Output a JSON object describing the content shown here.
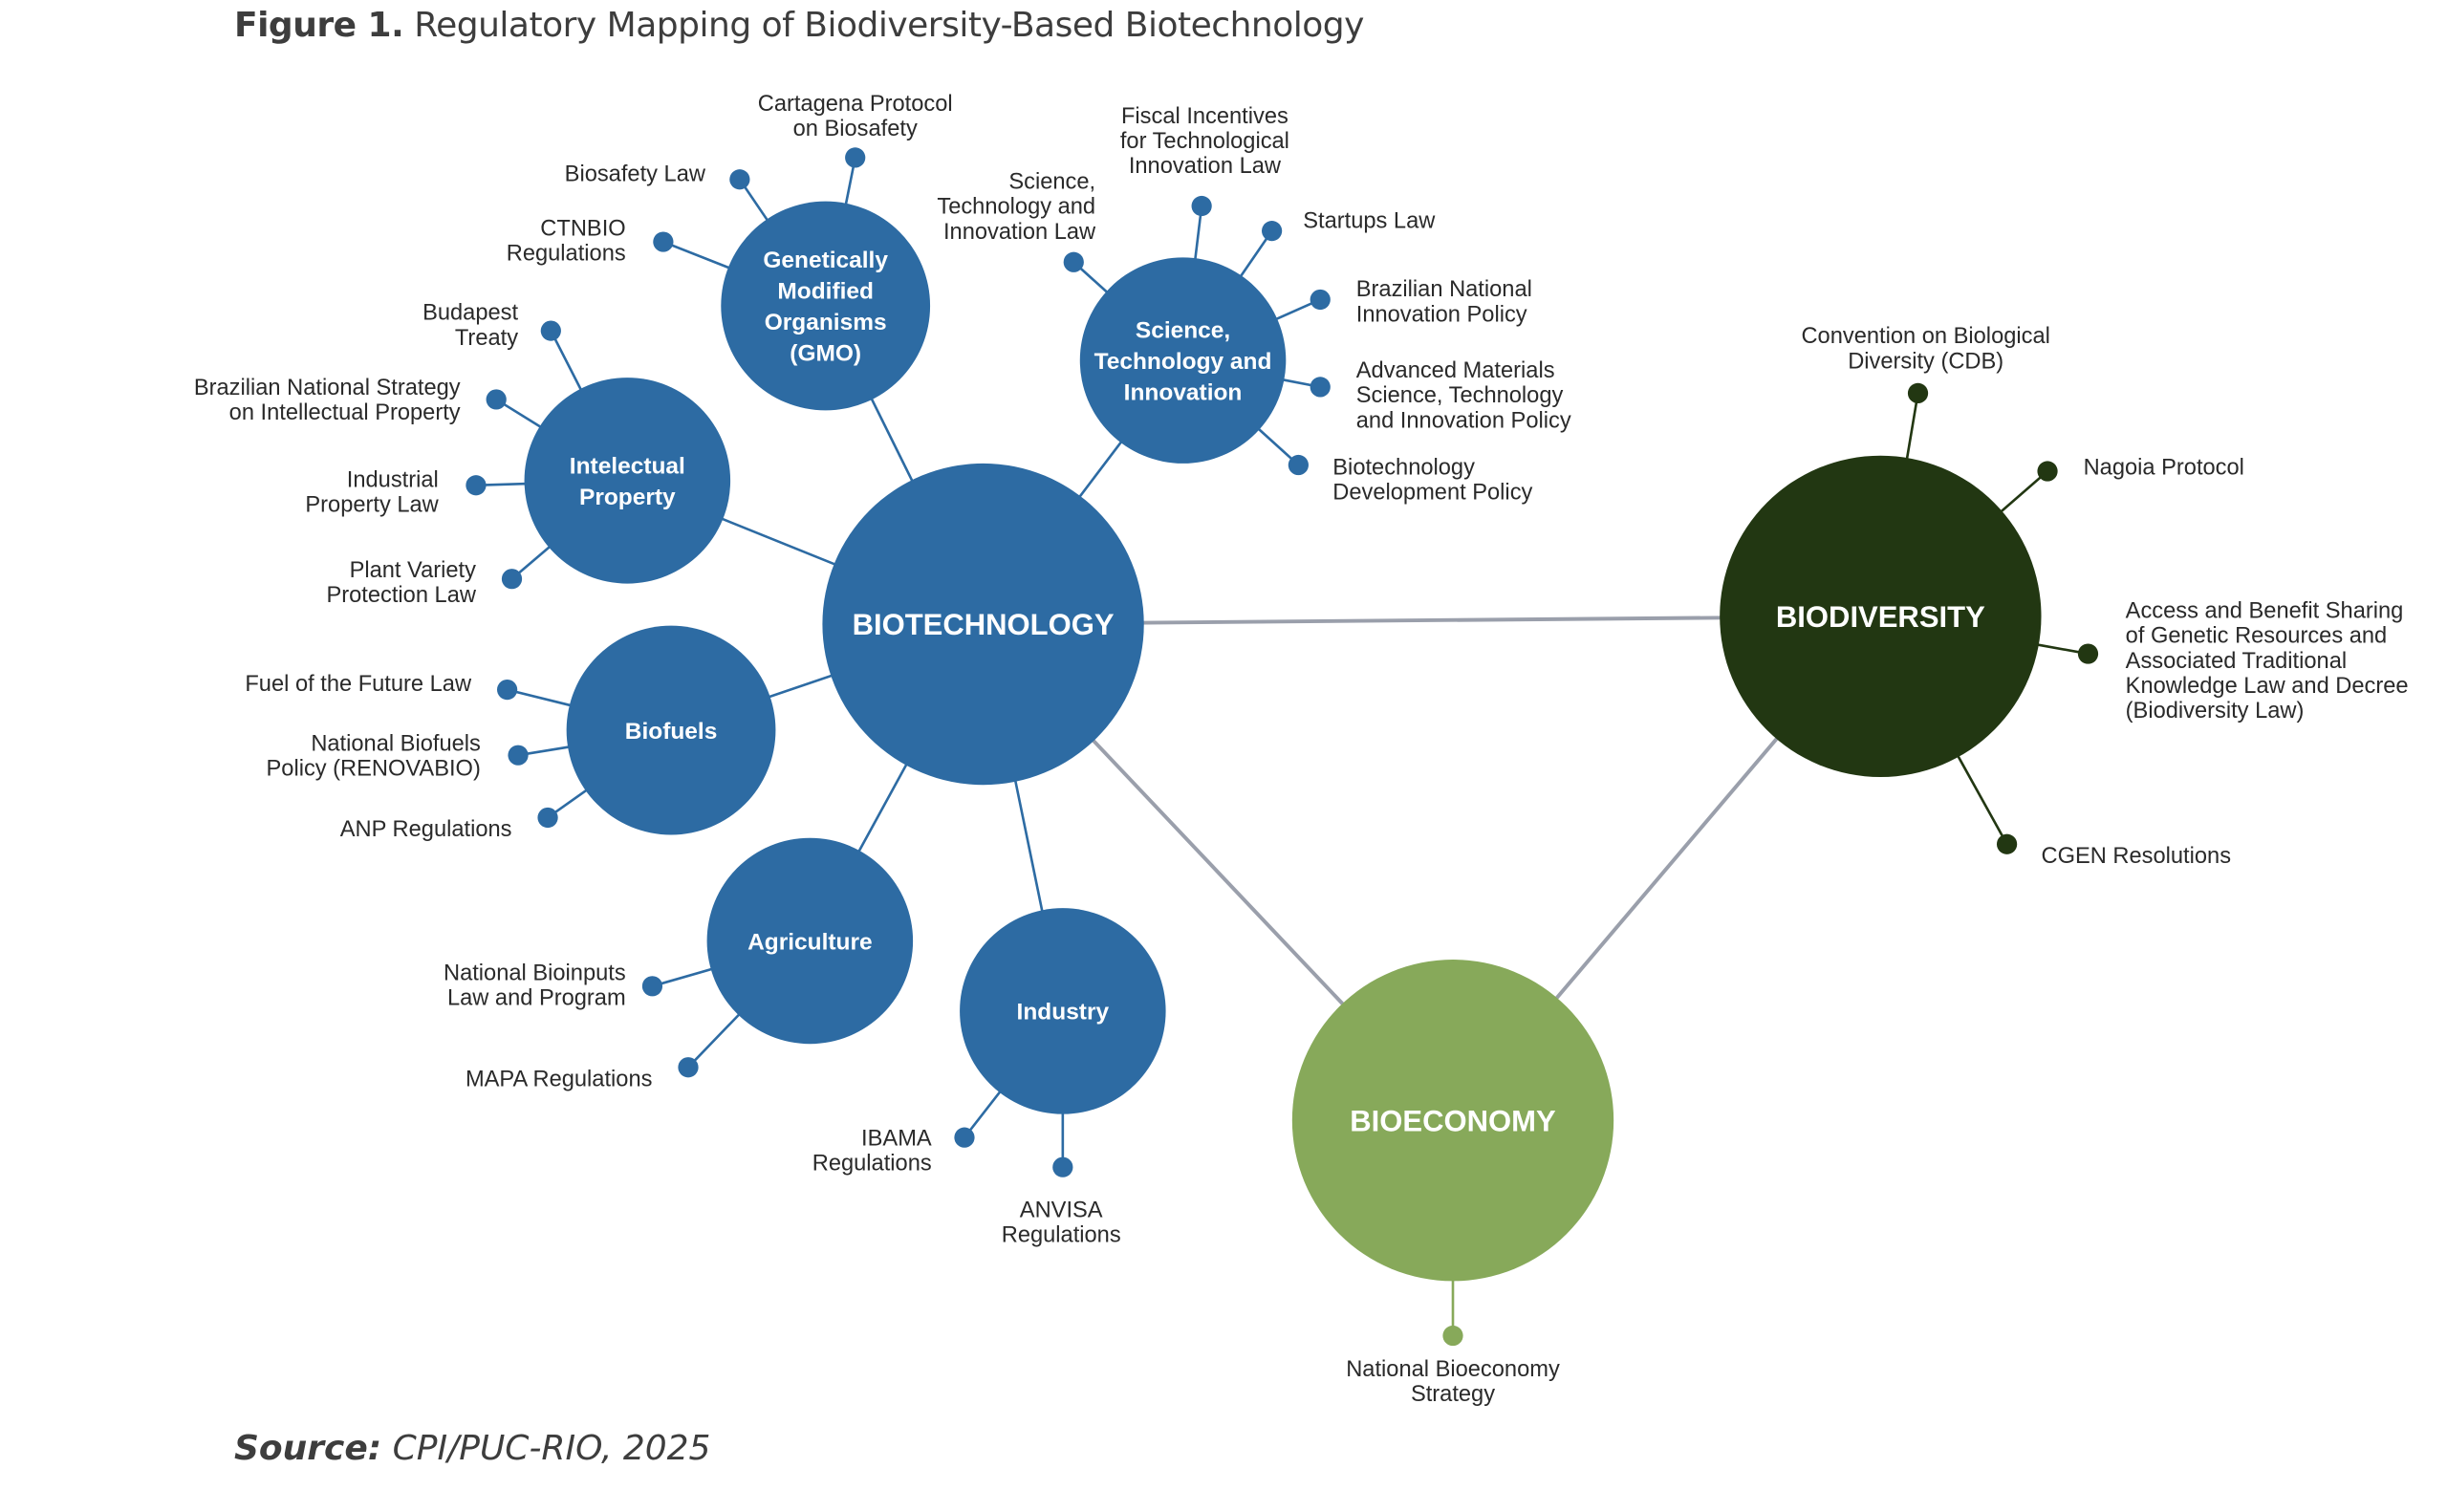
{
  "figure": {
    "number": "Figure 1.",
    "title": "Regulatory Mapping of Biodiversity-Based Biotechnology",
    "source_label": "Source:",
    "source_text": "CPI/PUC-RIO, 2025"
  },
  "colors": {
    "biotech_blue": "#2D6BA3",
    "biodiversity_green": "#223712",
    "bioeconomy_green": "#87A95A",
    "connector_gray": "#9A9FAB",
    "label_text": "#2A2A2A"
  },
  "main_nodes": [
    {
      "id": "biotechnology",
      "label": "BIOTECHNOLOGY",
      "color_key": "biotech_blue"
    },
    {
      "id": "biodiversity",
      "label": "BIODIVERSITY",
      "color_key": "biodiversity_green"
    },
    {
      "id": "bioeconomy",
      "label": "BIOECONOMY",
      "color_key": "bioeconomy_green"
    }
  ],
  "main_links": [
    [
      "biotechnology",
      "biodiversity"
    ],
    [
      "biotechnology",
      "bioeconomy"
    ],
    [
      "biodiversity",
      "bioeconomy"
    ]
  ],
  "sub_nodes": [
    {
      "id": "gmo",
      "parent": "biotechnology",
      "label": [
        "Genetically",
        "Modified",
        "Organisms",
        "(GMO)"
      ],
      "leaves": [
        [
          "Cartagena Protocol",
          "on Biosafety"
        ],
        [
          "Biosafety Law"
        ],
        [
          "CTNBIO",
          "Regulations"
        ]
      ]
    },
    {
      "id": "sti",
      "parent": "biotechnology",
      "label": [
        "Science,",
        "Technology and",
        "Innovation"
      ],
      "leaves": [
        [
          "Science,",
          "Technology and",
          "Innovation Law"
        ],
        [
          "Fiscal Incentives",
          "for Technological",
          "Innovation Law"
        ],
        [
          "Startups Law"
        ],
        [
          "Brazilian National",
          "Innovation Policy"
        ],
        [
          "Advanced Materials",
          "Science, Technology",
          "and Innovation Policy"
        ],
        [
          "Biotechnology",
          "Development Policy"
        ]
      ]
    },
    {
      "id": "ip",
      "parent": "biotechnology",
      "label": [
        "Intelectual",
        "Property"
      ],
      "leaves": [
        [
          "Budapest",
          "Treaty"
        ],
        [
          "Brazilian National Strategy",
          "on Intellectual Property"
        ],
        [
          "Industrial",
          "Property Law"
        ],
        [
          "Plant Variety",
          "Protection Law"
        ]
      ]
    },
    {
      "id": "biofuels",
      "parent": "biotechnology",
      "label": [
        "Biofuels"
      ],
      "leaves": [
        [
          "Fuel of the Future Law"
        ],
        [
          "National Biofuels",
          "Policy (RENOVABIO)"
        ],
        [
          "ANP Regulations"
        ]
      ]
    },
    {
      "id": "agriculture",
      "parent": "biotechnology",
      "label": [
        "Agriculture"
      ],
      "leaves": [
        [
          "National Bioinputs",
          "Law and Program"
        ],
        [
          "MAPA Regulations"
        ]
      ]
    },
    {
      "id": "industry",
      "parent": "biotechnology",
      "label": [
        "Industry"
      ],
      "leaves": [
        [
          "IBAMA",
          "Regulations"
        ],
        [
          "ANVISA",
          "Regulations"
        ]
      ]
    }
  ],
  "direct_leaves": [
    {
      "parent": "biodiversity",
      "leaves": [
        [
          "Convention on Biological",
          "Diversity (CDB)"
        ],
        [
          "Nagoia Protocol"
        ],
        [
          "Access and Benefit Sharing",
          "of Genetic Resources and",
          "Associated Traditional",
          "Knowledge Law and Decree",
          "(Biodiversity Law)"
        ],
        [
          "CGEN Resolutions"
        ]
      ]
    },
    {
      "parent": "bioeconomy",
      "leaves": [
        [
          "National Bioeconomy",
          "Strategy"
        ]
      ]
    }
  ]
}
